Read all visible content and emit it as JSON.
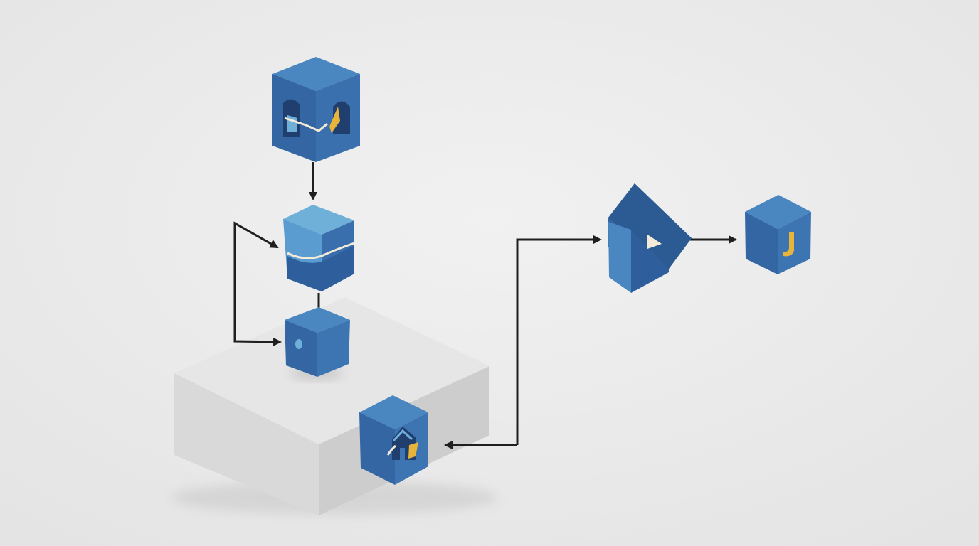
{
  "diagram": {
    "nodes": [
      {
        "id": "cube-top",
        "icon": "arch-doorways-icon"
      },
      {
        "id": "cube-middle",
        "icon": "wave-band-icon"
      },
      {
        "id": "cube-lower",
        "icon": "dot-icon"
      },
      {
        "id": "cube-pedestal-front",
        "icon": "house-tower-icon"
      },
      {
        "id": "prism-right",
        "icon": "play-triangle-icon"
      },
      {
        "id": "cube-far-right",
        "icon": "hook-icon"
      }
    ],
    "edges": [
      {
        "from": "cube-top",
        "to": "cube-middle"
      },
      {
        "from": "cube-middle",
        "to": "cube-lower",
        "style": "loop-left"
      },
      {
        "from": "cube-middle",
        "to": "cube-lower",
        "style": "stem"
      },
      {
        "from": "cube-pedestal-front",
        "to": "prism-right",
        "style": "elbow"
      },
      {
        "from": "prism-right",
        "to": "cube-far-right"
      }
    ]
  },
  "colors": {
    "background": "#ececec",
    "cube_top_face": "#4a86bf",
    "cube_front_face": "#3366a3",
    "cube_side_face": "#2c5a93",
    "cube_light_face": "#6fb0d8",
    "accent_gold": "#e8b43a",
    "accent_cream": "#f3ead8",
    "arrow": "#1f1f1f",
    "pedestal_top": "#e4e4e4",
    "pedestal_front": "#d8d8d8",
    "pedestal_side": "#cfcfcf"
  }
}
